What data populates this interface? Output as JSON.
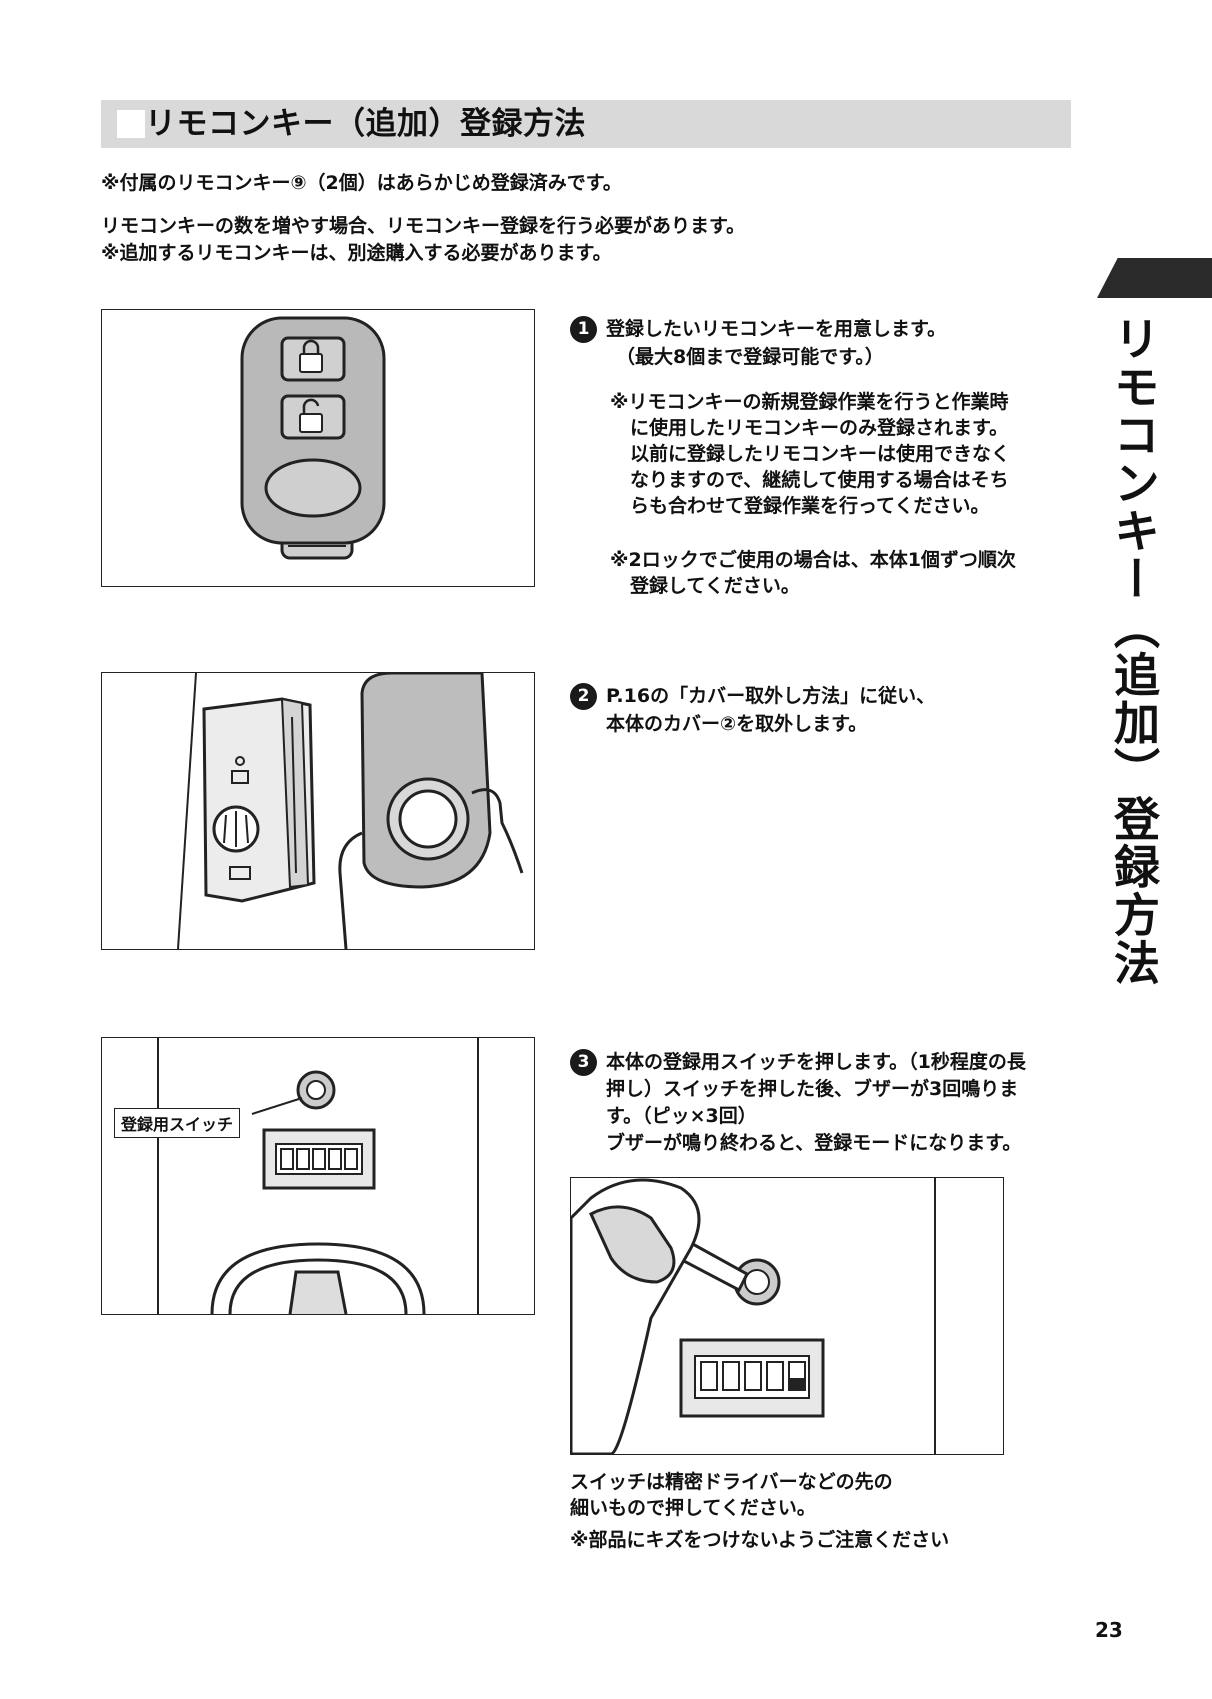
{
  "section": {
    "title": "リモコンキー（追加）登録方法"
  },
  "intro": {
    "line1": "※付属のリモコンキー⑨（2個）はあらかじめ登録済みです。",
    "line2": "リモコンキーの数を増やす場合、リモコンキー登録を行う必要があります。",
    "line3": "※追加するリモコンキーは、別途購入する必要があります。"
  },
  "steps": [
    {
      "number": "1",
      "line1": "登録したいリモコンキーを用意します。",
      "line2": "（最大8個まで登録可能です。）",
      "notes": [
        [
          "※リモコンキーの新規登録作業を行うと作業時",
          "に使用したリモコンキーのみ登録されます。",
          "以前に登録したリモコンキーは使用できなく",
          "なりますので、継続して使用する場合はそち",
          "らも合わせて登録作業を行ってください。"
        ],
        [
          "※2ロックでご使用の場合は、本体1個ずつ順次",
          "登録してください。"
        ]
      ]
    },
    {
      "number": "2",
      "line1": "P.16の「カバー取外し方法」に従い、",
      "line2": "本体のカバー②を取外します。"
    },
    {
      "number": "3",
      "line1": "本体の登録用スイッチを押します。（1秒程度の長",
      "line2": "押し）スイッチを押した後、ブザーが3回鳴りま",
      "line3": "す。（ピッ×3回）",
      "line4": "ブザーが鳴り終わると、登録モードになります。"
    }
  ],
  "figure3": {
    "switch_label": "登録用スイッチ"
  },
  "caption": {
    "line1": "スイッチは精密ドライバーなどの先の",
    "line2": "細いもので押してください。",
    "line3": "※部品にキズをつけないようご注意ください"
  },
  "side": {
    "title": "リモコンキー（追加）登録方法"
  },
  "page": {
    "number": "23"
  }
}
